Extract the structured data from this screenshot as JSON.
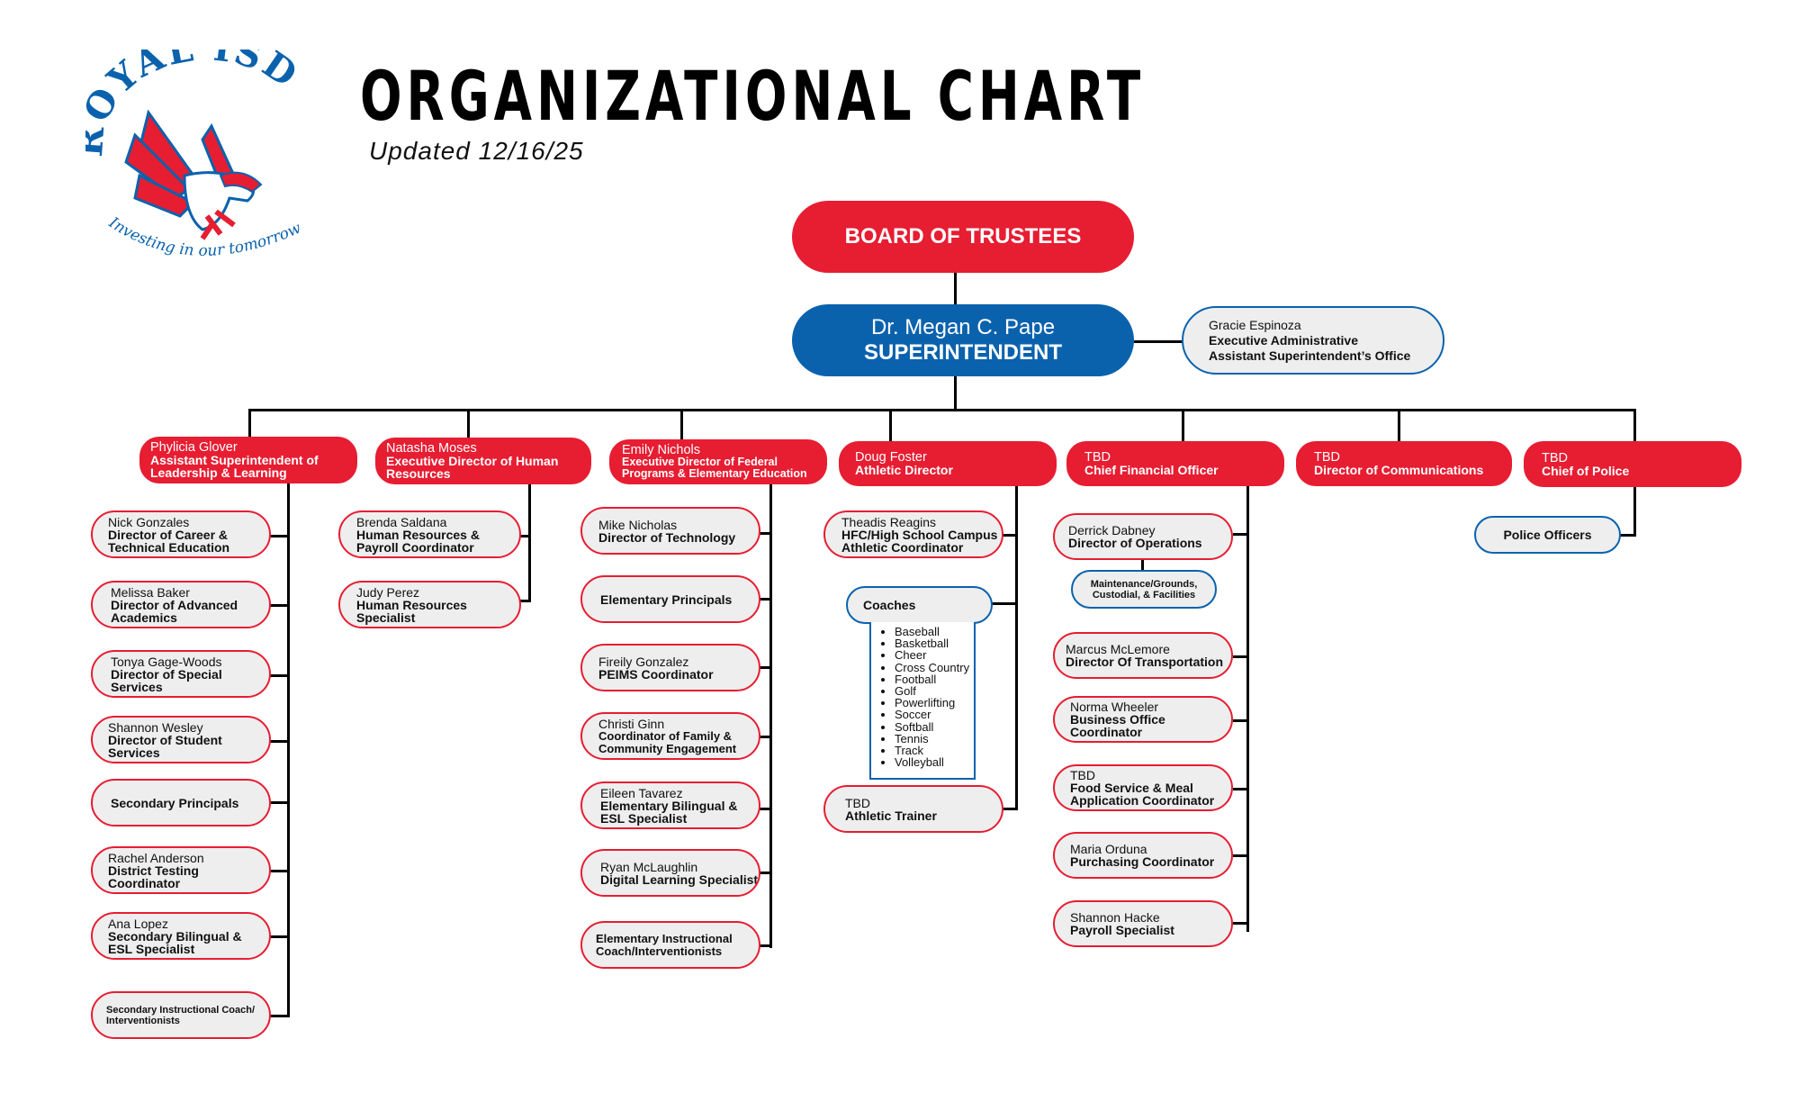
{
  "header": {
    "logo": {
      "arc_text": "ROYAL ISD",
      "tagline": "Investing in our tomorrow",
      "icon": "eagle-mascot-icon"
    },
    "title": "ORGANIZATIONAL CHART",
    "updated": "Updated 12/16/25"
  },
  "colors": {
    "red": "#e71d32",
    "blue": "#0a62ad",
    "box_fill": "#eeeeee",
    "connector": "#000000"
  },
  "top": {
    "board": "BOARD OF TRUSTEES",
    "superintendent": {
      "name": "Dr. Megan C. Pape",
      "role": "SUPERINTENDENT"
    },
    "assistant": {
      "name": "Gracie Espinoza",
      "role_line1": "Executive Administrative",
      "role_line2": "Assistant Superintendent’s Office"
    }
  },
  "departments": [
    {
      "name": "Phylicia Glover",
      "role": "Assistant Superintendent of Leadership & Learning",
      "reports": [
        {
          "name": "Nick Gonzales",
          "role": "Director of Career & Technical Education"
        },
        {
          "name": "Melissa Baker",
          "role": "Director of Advanced Academics"
        },
        {
          "name": "Tonya Gage-Woods",
          "role": "Director of Special Services"
        },
        {
          "name": "Shannon Wesley",
          "role": "Director of Student Services"
        },
        {
          "name": "",
          "role": "Secondary Principals"
        },
        {
          "name": "Rachel Anderson",
          "role": "District Testing Coordinator"
        },
        {
          "name": "Ana Lopez",
          "role": "Secondary Bilingual & ESL Specialist"
        },
        {
          "name": "",
          "role": "Secondary Instructional Coach/ Interventionists"
        }
      ]
    },
    {
      "name": "Natasha Moses",
      "role": "Executive Director of Human Resources",
      "reports": [
        {
          "name": "Brenda Saldana",
          "role": "Human Resources & Payroll Coordinator"
        },
        {
          "name": "Judy Perez",
          "role": "Human Resources Specialist"
        }
      ]
    },
    {
      "name": "Emily Nichols",
      "role": "Executive Director of Federal Programs & Elementary Education",
      "reports": [
        {
          "name": "Mike Nicholas",
          "role": "Director of Technology"
        },
        {
          "name": "",
          "role": "Elementary Principals"
        },
        {
          "name": "Fireily Gonzalez",
          "role": "PEIMS Coordinator"
        },
        {
          "name": "Christi Ginn",
          "role": "Coordinator of Family & Community Engagement"
        },
        {
          "name": "Eileen Tavarez",
          "role": "Elementary Bilingual & ESL Specialist"
        },
        {
          "name": "Ryan McLaughlin",
          "role": "Digital Learning Specialist"
        },
        {
          "name": "",
          "role": "Elementary Instructional Coach/Interventionists"
        }
      ]
    },
    {
      "name": "Doug Foster",
      "role": "Athletic Director",
      "reports": [
        {
          "name": "Theadis Reagins",
          "role": "HFC/High School Campus Athletic Coordinator"
        },
        {
          "name": "",
          "role": "Coaches",
          "sports": [
            "Baseball",
            "Basketball",
            "Cheer",
            "Cross Country",
            "Football",
            "Golf",
            "Powerlifting",
            "Soccer",
            "Softball",
            "Tennis",
            "Track",
            "Volleyball"
          ]
        },
        {
          "name": "TBD",
          "role": "Athletic Trainer"
        }
      ]
    },
    {
      "name": "TBD",
      "role": "Chief Financial Officer",
      "reports": [
        {
          "name": "Derrick Dabney",
          "role": "Director of Operations",
          "sub": "Maintenance/Grounds, Custodial, & Facilities"
        },
        {
          "name": "Marcus McLemore",
          "role": "Director Of Transportation"
        },
        {
          "name": "Norma Wheeler",
          "role": "Business Office Coordinator"
        },
        {
          "name": "TBD",
          "role": "Food Service & Meal Application Coordinator"
        },
        {
          "name": "Maria Orduna",
          "role": "Purchasing Coordinator"
        },
        {
          "name": "Shannon Hacke",
          "role": "Payroll Specialist"
        }
      ]
    },
    {
      "name": "TBD",
      "role": "Director of Communications",
      "reports": []
    },
    {
      "name": "TBD",
      "role": "Chief of Police",
      "reports": [
        {
          "name": "",
          "role": "Police Officers"
        }
      ]
    }
  ]
}
